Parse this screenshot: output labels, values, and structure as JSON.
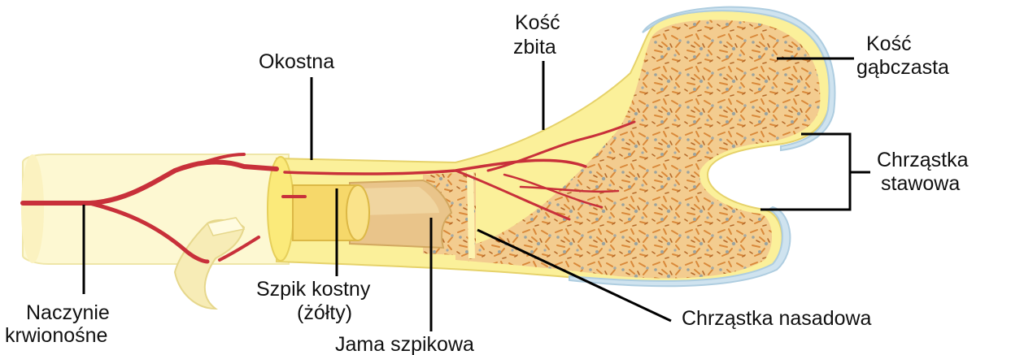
{
  "labels": {
    "okostna": "Okostna",
    "kosc_zbita_1": "Kość",
    "kosc_zbita_2": "zbita",
    "kosc_gabczasta_1": "Kość",
    "kosc_gabczasta_2": "gąbczasta",
    "chrzastka_stawowa_1": "Chrząstka",
    "chrzastka_stawowa_2": "stawowa",
    "chrzastka_nasadowa": "Chrząstka nasadowa",
    "jama_szpikowa": "Jama szpikowa",
    "szpik_1": "Szpik kostny",
    "szpik_2": "(żółty)",
    "naczynie_1": "Naczynie",
    "naczynie_2": "krwionośne"
  },
  "colors": {
    "periosteum": "#fdf8d2",
    "compact_bone": "#fbf09a",
    "spongy_fill": "#f2c88a",
    "spongy_fleck": "#d98a3a",
    "spongy_grey": "#9aa3a0",
    "cartilage": "#cfe3ef",
    "marrow": "#f6d86a",
    "vessel": "#c8303a",
    "leader": "#000000"
  }
}
